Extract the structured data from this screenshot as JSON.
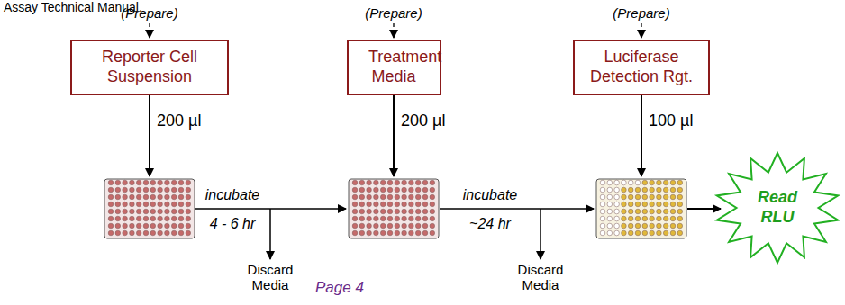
{
  "diagram": {
    "nodes": [
      {
        "text": [
          "Reporter Cell Suspension"
        ]
      },
      {
        "text": [
          "Treatment Media"
        ]
      },
      {
        "text": [
          "Luciferase Detection Rgt."
        ]
      },
      {
        "text": [
          "Read RLU"
        ]
      }
    ],
    "labels": [
      "Assay Technical Manual.",
      "(Prepare)",
      "(Prepare)",
      "(Prepare)",
      "200 µl",
      "incubate",
      "4 - 6 hr",
      "Discard Media",
      "200 µl",
      "incubate",
      "~24 hr",
      "Discard Media",
      "100 µl",
      "Page 4"
    ]
  }
}
